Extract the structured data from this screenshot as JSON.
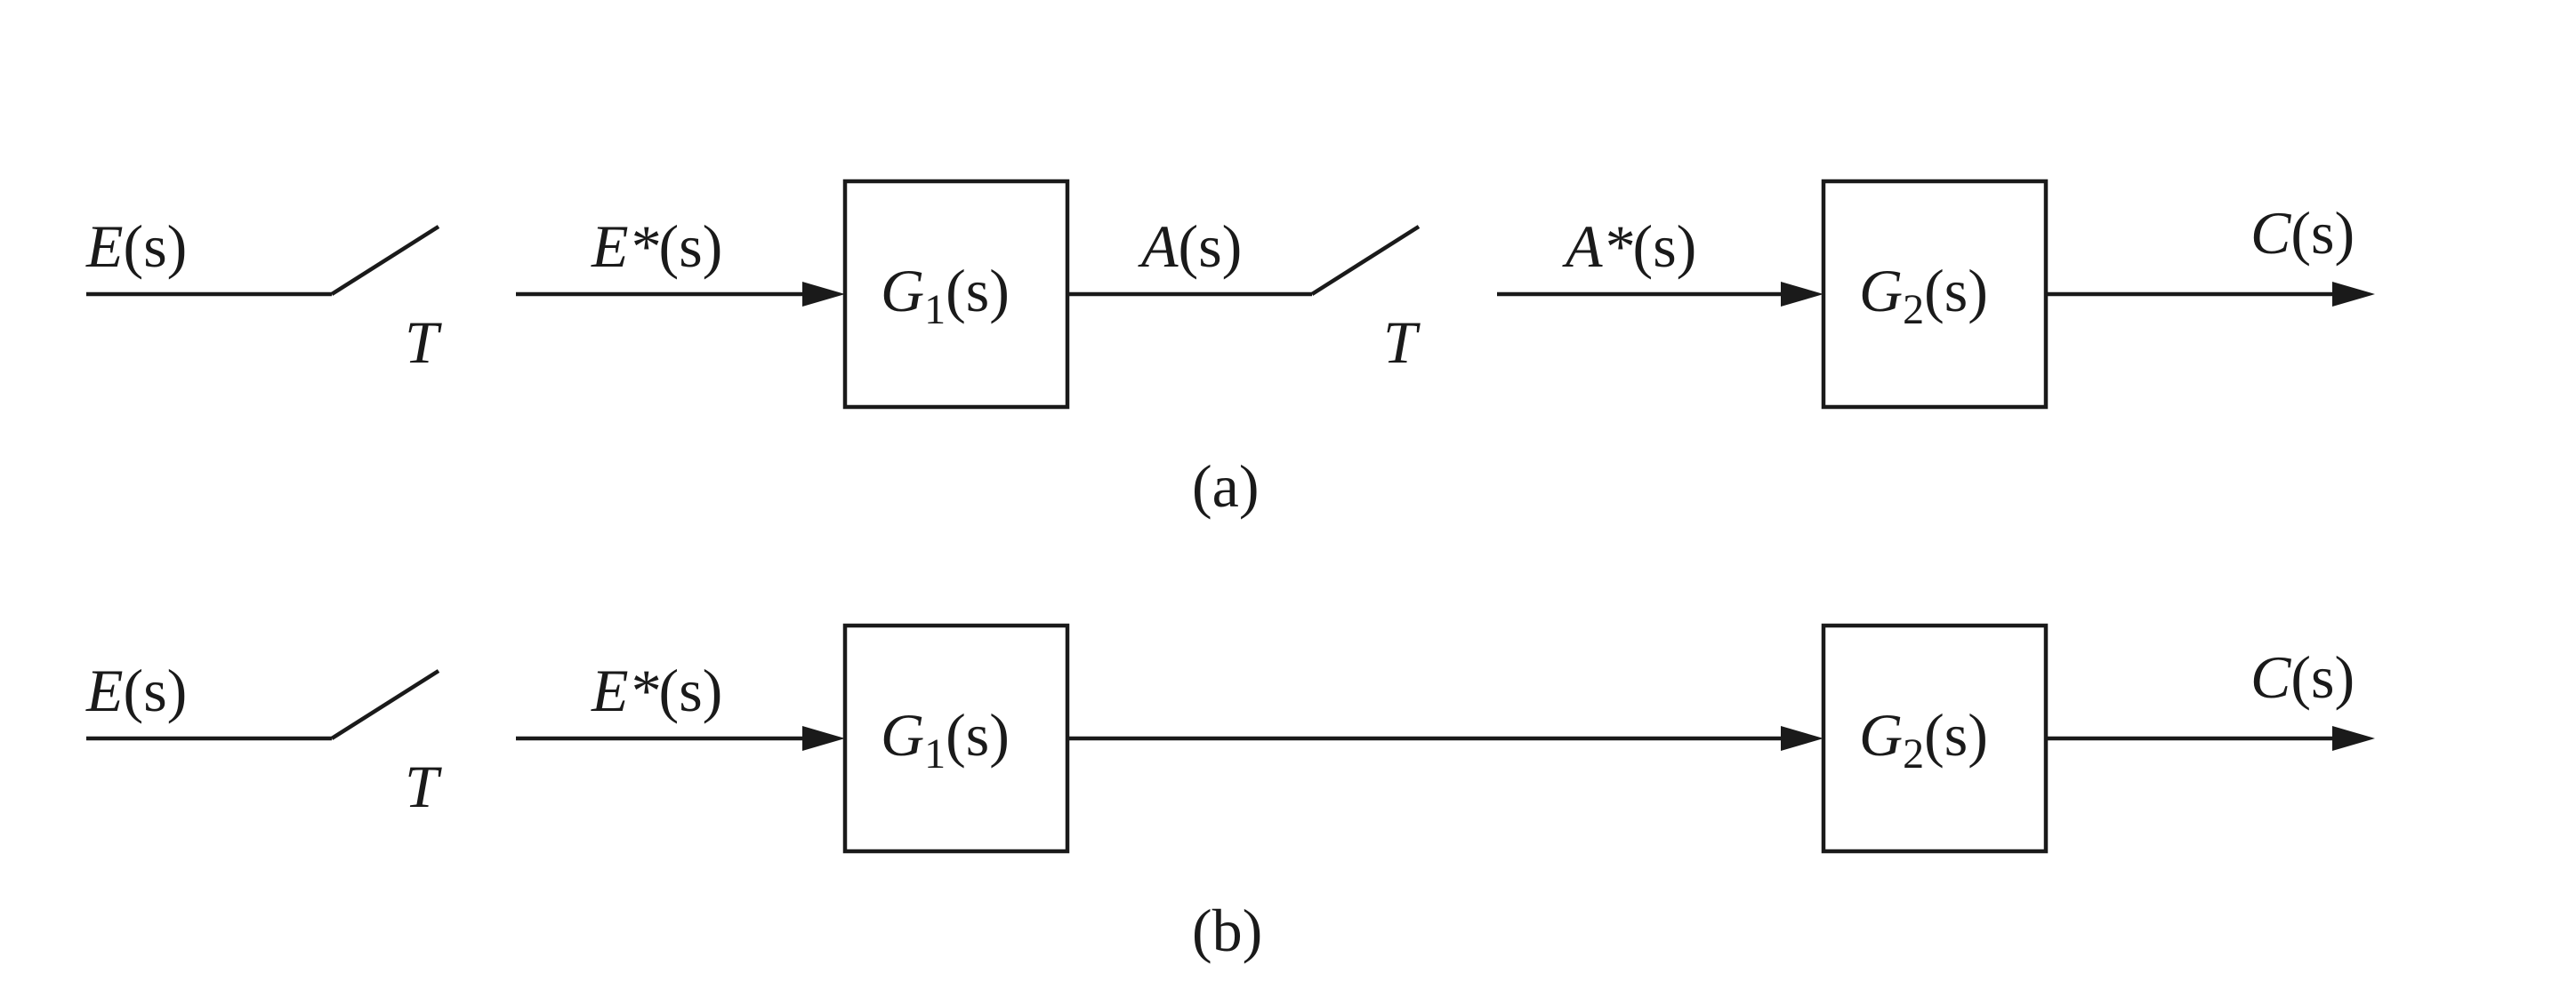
{
  "diagram_a": {
    "caption": "(a)",
    "input_signal": {
      "name": "E",
      "arg": "(s)"
    },
    "sampler_1": {
      "label": "T"
    },
    "sampled_signal_1": {
      "name": "E*",
      "arg": "(s)"
    },
    "block_1": {
      "name": "G",
      "subscript": "1",
      "arg": "(s)"
    },
    "intermediate_signal": {
      "name": "A",
      "arg": "(s)"
    },
    "sampler_2": {
      "label": "T"
    },
    "sampled_signal_2": {
      "name": "A*",
      "arg": "(s)"
    },
    "block_2": {
      "name": "G",
      "subscript": "2",
      "arg": "(s)"
    },
    "output_signal": {
      "name": "C",
      "arg": "(s)"
    }
  },
  "diagram_b": {
    "caption": "(b)",
    "input_signal": {
      "name": "E",
      "arg": "(s)"
    },
    "sampler_1": {
      "label": "T"
    },
    "sampled_signal_1": {
      "name": "E*",
      "arg": "(s)"
    },
    "block_1": {
      "name": "G",
      "subscript": "1",
      "arg": "(s)"
    },
    "block_2": {
      "name": "G",
      "subscript": "2",
      "arg": "(s)"
    },
    "output_signal": {
      "name": "C",
      "arg": "(s)"
    }
  }
}
